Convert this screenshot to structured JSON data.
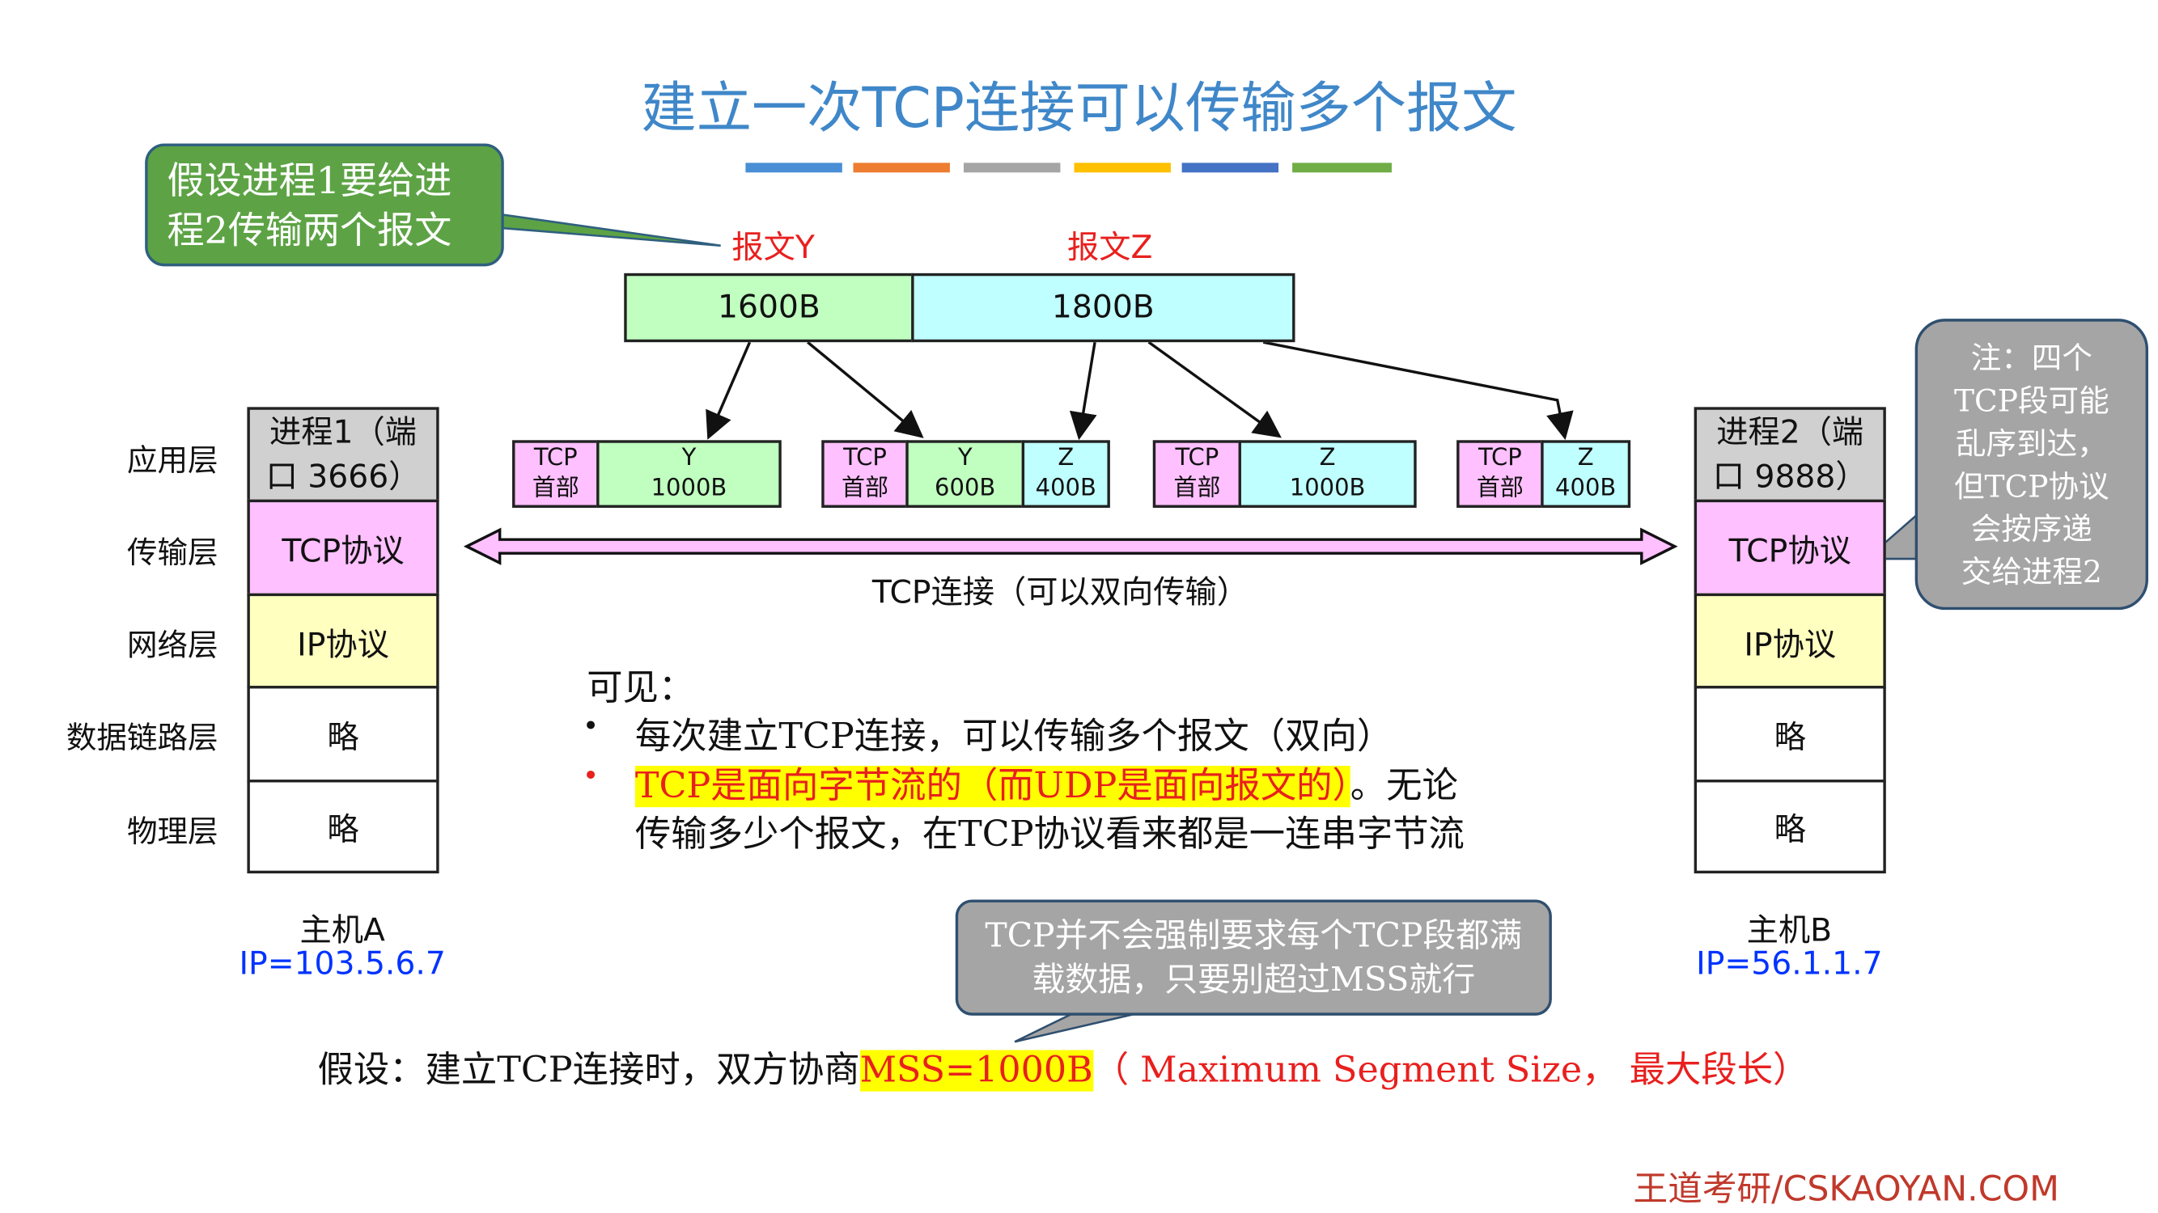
{
  "title": "建立一次TCP连接可以传输多个报文",
  "accent_bars": [
    "#4a8fd6",
    "#ed7d31",
    "#a5a5a5",
    "#ffc000",
    "#4472c4",
    "#70ad47"
  ],
  "assume_callout": "假设进程1要给进程2传输两个报文",
  "messages": {
    "y_label": "报文Y",
    "z_label": "报文Z",
    "y_size": "1600B",
    "z_size": "1800B"
  },
  "segments": [
    {
      "header": [
        "TCP",
        "首部"
      ],
      "parts": [
        {
          "name": "Y",
          "size": "1000B"
        }
      ]
    },
    {
      "header": [
        "TCP",
        "首部"
      ],
      "parts": [
        {
          "name": "Y",
          "size": "600B"
        },
        {
          "name": "Z",
          "size": "400B"
        }
      ]
    },
    {
      "header": [
        "TCP",
        "首部"
      ],
      "parts": [
        {
          "name": "Z",
          "size": "1000B"
        }
      ]
    },
    {
      "header": [
        "TCP",
        "首部"
      ],
      "parts": [
        {
          "name": "Z",
          "size": "400B"
        }
      ]
    }
  ],
  "connection_label": "TCP连接（可以双向传输）",
  "layers": [
    "应用层",
    "传输层",
    "网络层",
    "数据链路层",
    "物理层"
  ],
  "hostA": {
    "process": "进程1（端口 3666）",
    "tcp": "TCP协议",
    "ip_layer": "IP协议",
    "link": "略",
    "phys": "略",
    "name": "主机A",
    "ip": "IP=103.5.6.7"
  },
  "hostB": {
    "process": "进程2（端口 9888）",
    "tcp": "TCP协议",
    "ip_layer": "IP协议",
    "link": "略",
    "phys": "略",
    "name": "主机B",
    "ip": "IP=56.1.1.7"
  },
  "note_callout": [
    "注：四个",
    "TCP段可能",
    "乱序到达，",
    "但TCP协议",
    "会按序递",
    "交给进程2"
  ],
  "conclusion": {
    "heading": "可见：",
    "bullet1": "每次建立TCP连接，可以传输多个报文（双向）",
    "bullet2_highlight": "TCP是面向字节流的（而UDP是面向报文的）",
    "bullet2_rest": "。无论",
    "bullet2_line2": "传输多少个报文，在TCP协议看来都是一连串字节流"
  },
  "mss_callout": [
    "TCP并不会强制要求每个TCP段都满",
    "载数据，只要别超过MSS就行"
  ],
  "assumption": {
    "prefix": "假设：建立TCP连接时，双方协商",
    "mss": "MSS=1000B",
    "suffix": "（ Maximum Segment Size， 最大段长）"
  },
  "footer": "王道考研/CSKAOYAN.COM"
}
